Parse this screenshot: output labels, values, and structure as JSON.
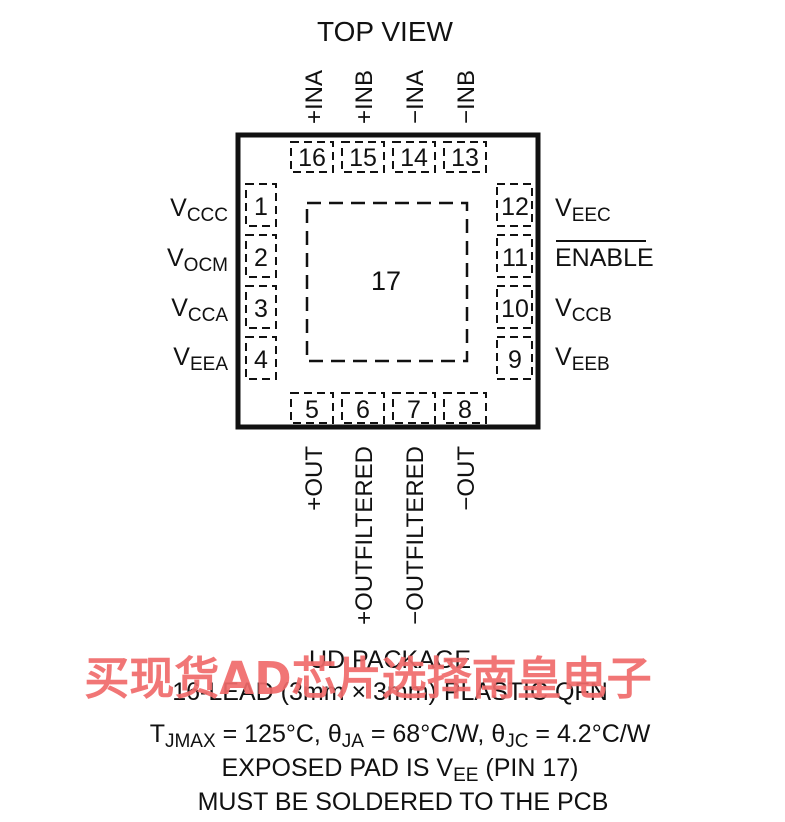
{
  "title": "TOP VIEW",
  "center_pad": "17",
  "pins_top": [
    {
      "num": "16",
      "label": "+INA"
    },
    {
      "num": "15",
      "label": "+INB"
    },
    {
      "num": "14",
      "label": "−INA"
    },
    {
      "num": "13",
      "label": "−INB"
    }
  ],
  "pins_left": [
    {
      "num": "1",
      "label_main": "V",
      "label_sub": "CCC"
    },
    {
      "num": "2",
      "label_main": "V",
      "label_sub": "OCM"
    },
    {
      "num": "3",
      "label_main": "V",
      "label_sub": "CCA"
    },
    {
      "num": "4",
      "label_main": "V",
      "label_sub": "EEA"
    }
  ],
  "pins_right": [
    {
      "num": "12",
      "label_main": "V",
      "label_sub": "EEC"
    },
    {
      "num": "11",
      "label_main": "ENABLE",
      "label_sub": ""
    },
    {
      "num": "10",
      "label_main": "V",
      "label_sub": "CCB"
    },
    {
      "num": "9",
      "label_main": "V",
      "label_sub": "EEB"
    }
  ],
  "pins_bottom": [
    {
      "num": "5",
      "label": "+OUT"
    },
    {
      "num": "6",
      "label": "+OUTFILTERED"
    },
    {
      "num": "7",
      "label": "−OUTFILTERED"
    },
    {
      "num": "8",
      "label": "−OUT"
    }
  ],
  "package": {
    "line1": "UD PACKAGE",
    "line2": "16-LEAD (3mm × 3mm) PLASTIC QFN",
    "thermal": {
      "t": "T",
      "t_sub": "JMAX",
      "t_val": " = 125°C, ",
      "ja": "θ",
      "ja_sub": "JA",
      "ja_val": " = 68°C/W, ",
      "jc": "θ",
      "jc_sub": "JC",
      "jc_val": " = 4.2°C/W"
    },
    "exposed_a": "EXPOSED PAD IS V",
    "exposed_sub": "EE",
    "exposed_b": " (PIN 17)",
    "line5": "MUST BE SOLDERED TO THE PCB"
  },
  "watermark": "买现货AD芯片选择南皇电子",
  "colors": {
    "ink": "#111111",
    "watermark": "#f06a6a"
  }
}
